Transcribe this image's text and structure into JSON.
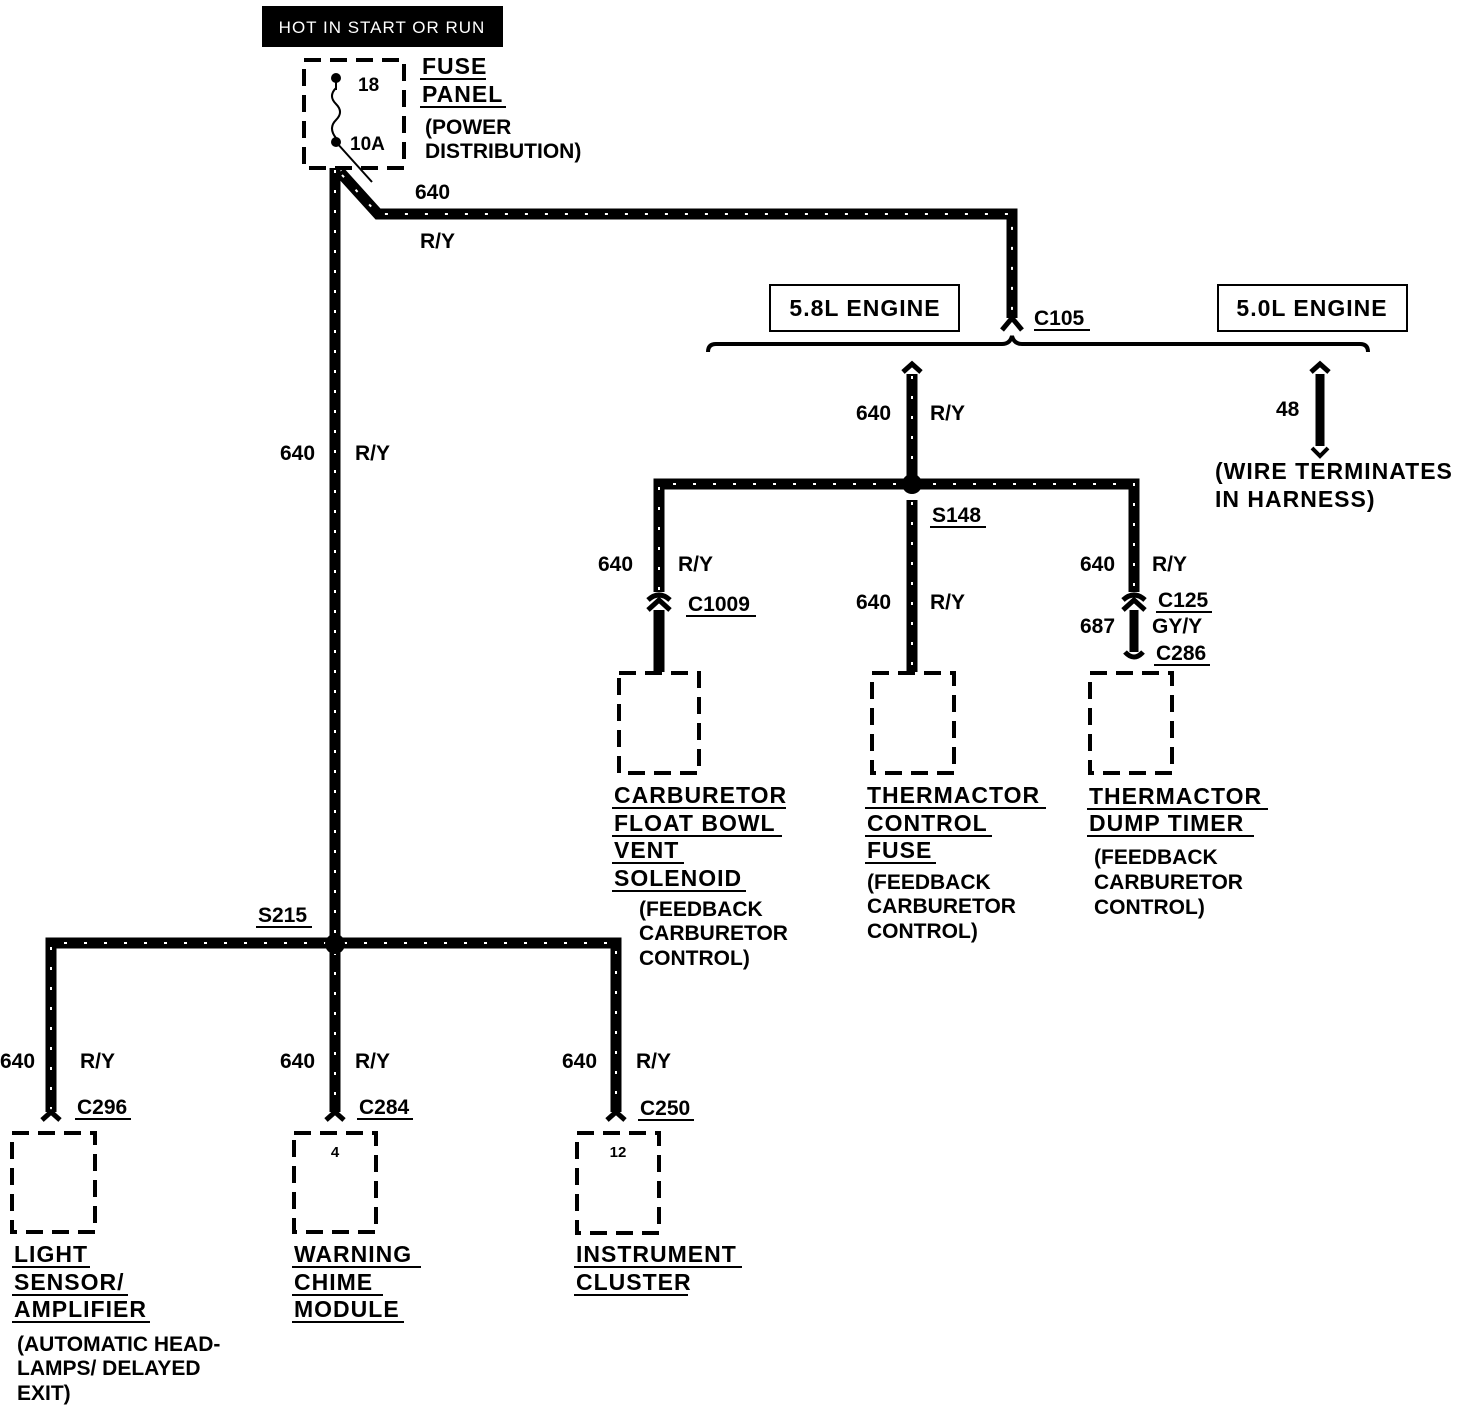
{
  "header": {
    "hot_in_start_or_run": "HOT IN START OR RUN"
  },
  "fuse_panel": {
    "fuse_number": "18",
    "fuse_rating": "10A",
    "name_line1": "FUSE",
    "name_line2": "PANEL",
    "desc_line1": "(POWER",
    "desc_line2": "DISTRIBUTION)"
  },
  "circuits": {
    "c640": "640",
    "c687": "687",
    "c48": "48",
    "color_ry": "R/Y",
    "color_gyy": "GY/Y"
  },
  "splices": {
    "s215": "S215",
    "s148": "S148"
  },
  "connectors": {
    "c105": "C105",
    "c1009": "C1009",
    "c125": "C125",
    "c286": "C286",
    "c296": "C296",
    "c284": "C284",
    "c250": "C250"
  },
  "engines": {
    "e58": "5.8L ENGINE",
    "e50": "5.0L ENGINE"
  },
  "wire_terminates": {
    "line1": "(WIRE TERMINATES",
    "line2": "IN HARNESS)"
  },
  "components": {
    "carb_float": {
      "name": [
        "CARBURETOR",
        "FLOAT BOWL",
        "VENT",
        "SOLENOID"
      ],
      "desc": [
        "(FEEDBACK",
        "CARBURETOR",
        "CONTROL)"
      ]
    },
    "thermactor_fuse": {
      "name": [
        "THERMACTOR",
        "CONTROL",
        "FUSE"
      ],
      "desc": [
        "(FEEDBACK",
        "CARBURETOR",
        "CONTROL)"
      ]
    },
    "thermactor_dump": {
      "name": [
        "THERMACTOR",
        "DUMP TIMER"
      ],
      "desc": [
        "(FEEDBACK",
        "CARBURETOR",
        "CONTROL)"
      ]
    },
    "light_sensor": {
      "name": [
        "LIGHT",
        "SENSOR/",
        "AMPLIFIER"
      ],
      "desc": [
        "(AUTOMATIC HEAD-",
        "LAMPS/ DELAYED",
        "EXIT)"
      ]
    },
    "warning_chime": {
      "name": [
        "WARNING",
        "CHIME",
        "MODULE"
      ],
      "pin": "4"
    },
    "instrument_cluster": {
      "name": [
        "INSTRUMENT",
        "CLUSTER"
      ],
      "pin": "12"
    }
  }
}
